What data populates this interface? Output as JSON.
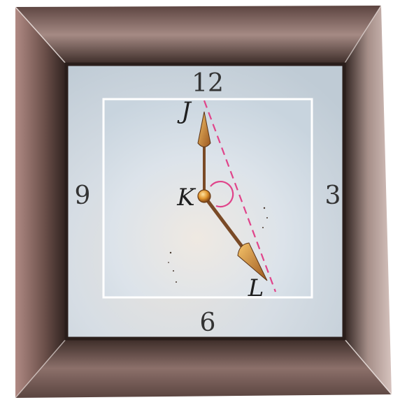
{
  "clock": {
    "numerals": {
      "top": "12",
      "right": "3",
      "bottom": "6",
      "left": "9"
    },
    "point_labels": {
      "J": "J",
      "K": "K",
      "L": "L"
    }
  },
  "colors": {
    "frame_dark": "#3a2a26",
    "frame_light": "#d8c4be",
    "face": "#c9d3db",
    "inner_face": "#dde5ec",
    "hand": "#7a4a26",
    "hand_tip": "#d98a2c",
    "dashed_line": "#e0448a",
    "angle_arc": "#e0448a"
  },
  "icons": {
    "hands": "clock-hands-icon"
  }
}
